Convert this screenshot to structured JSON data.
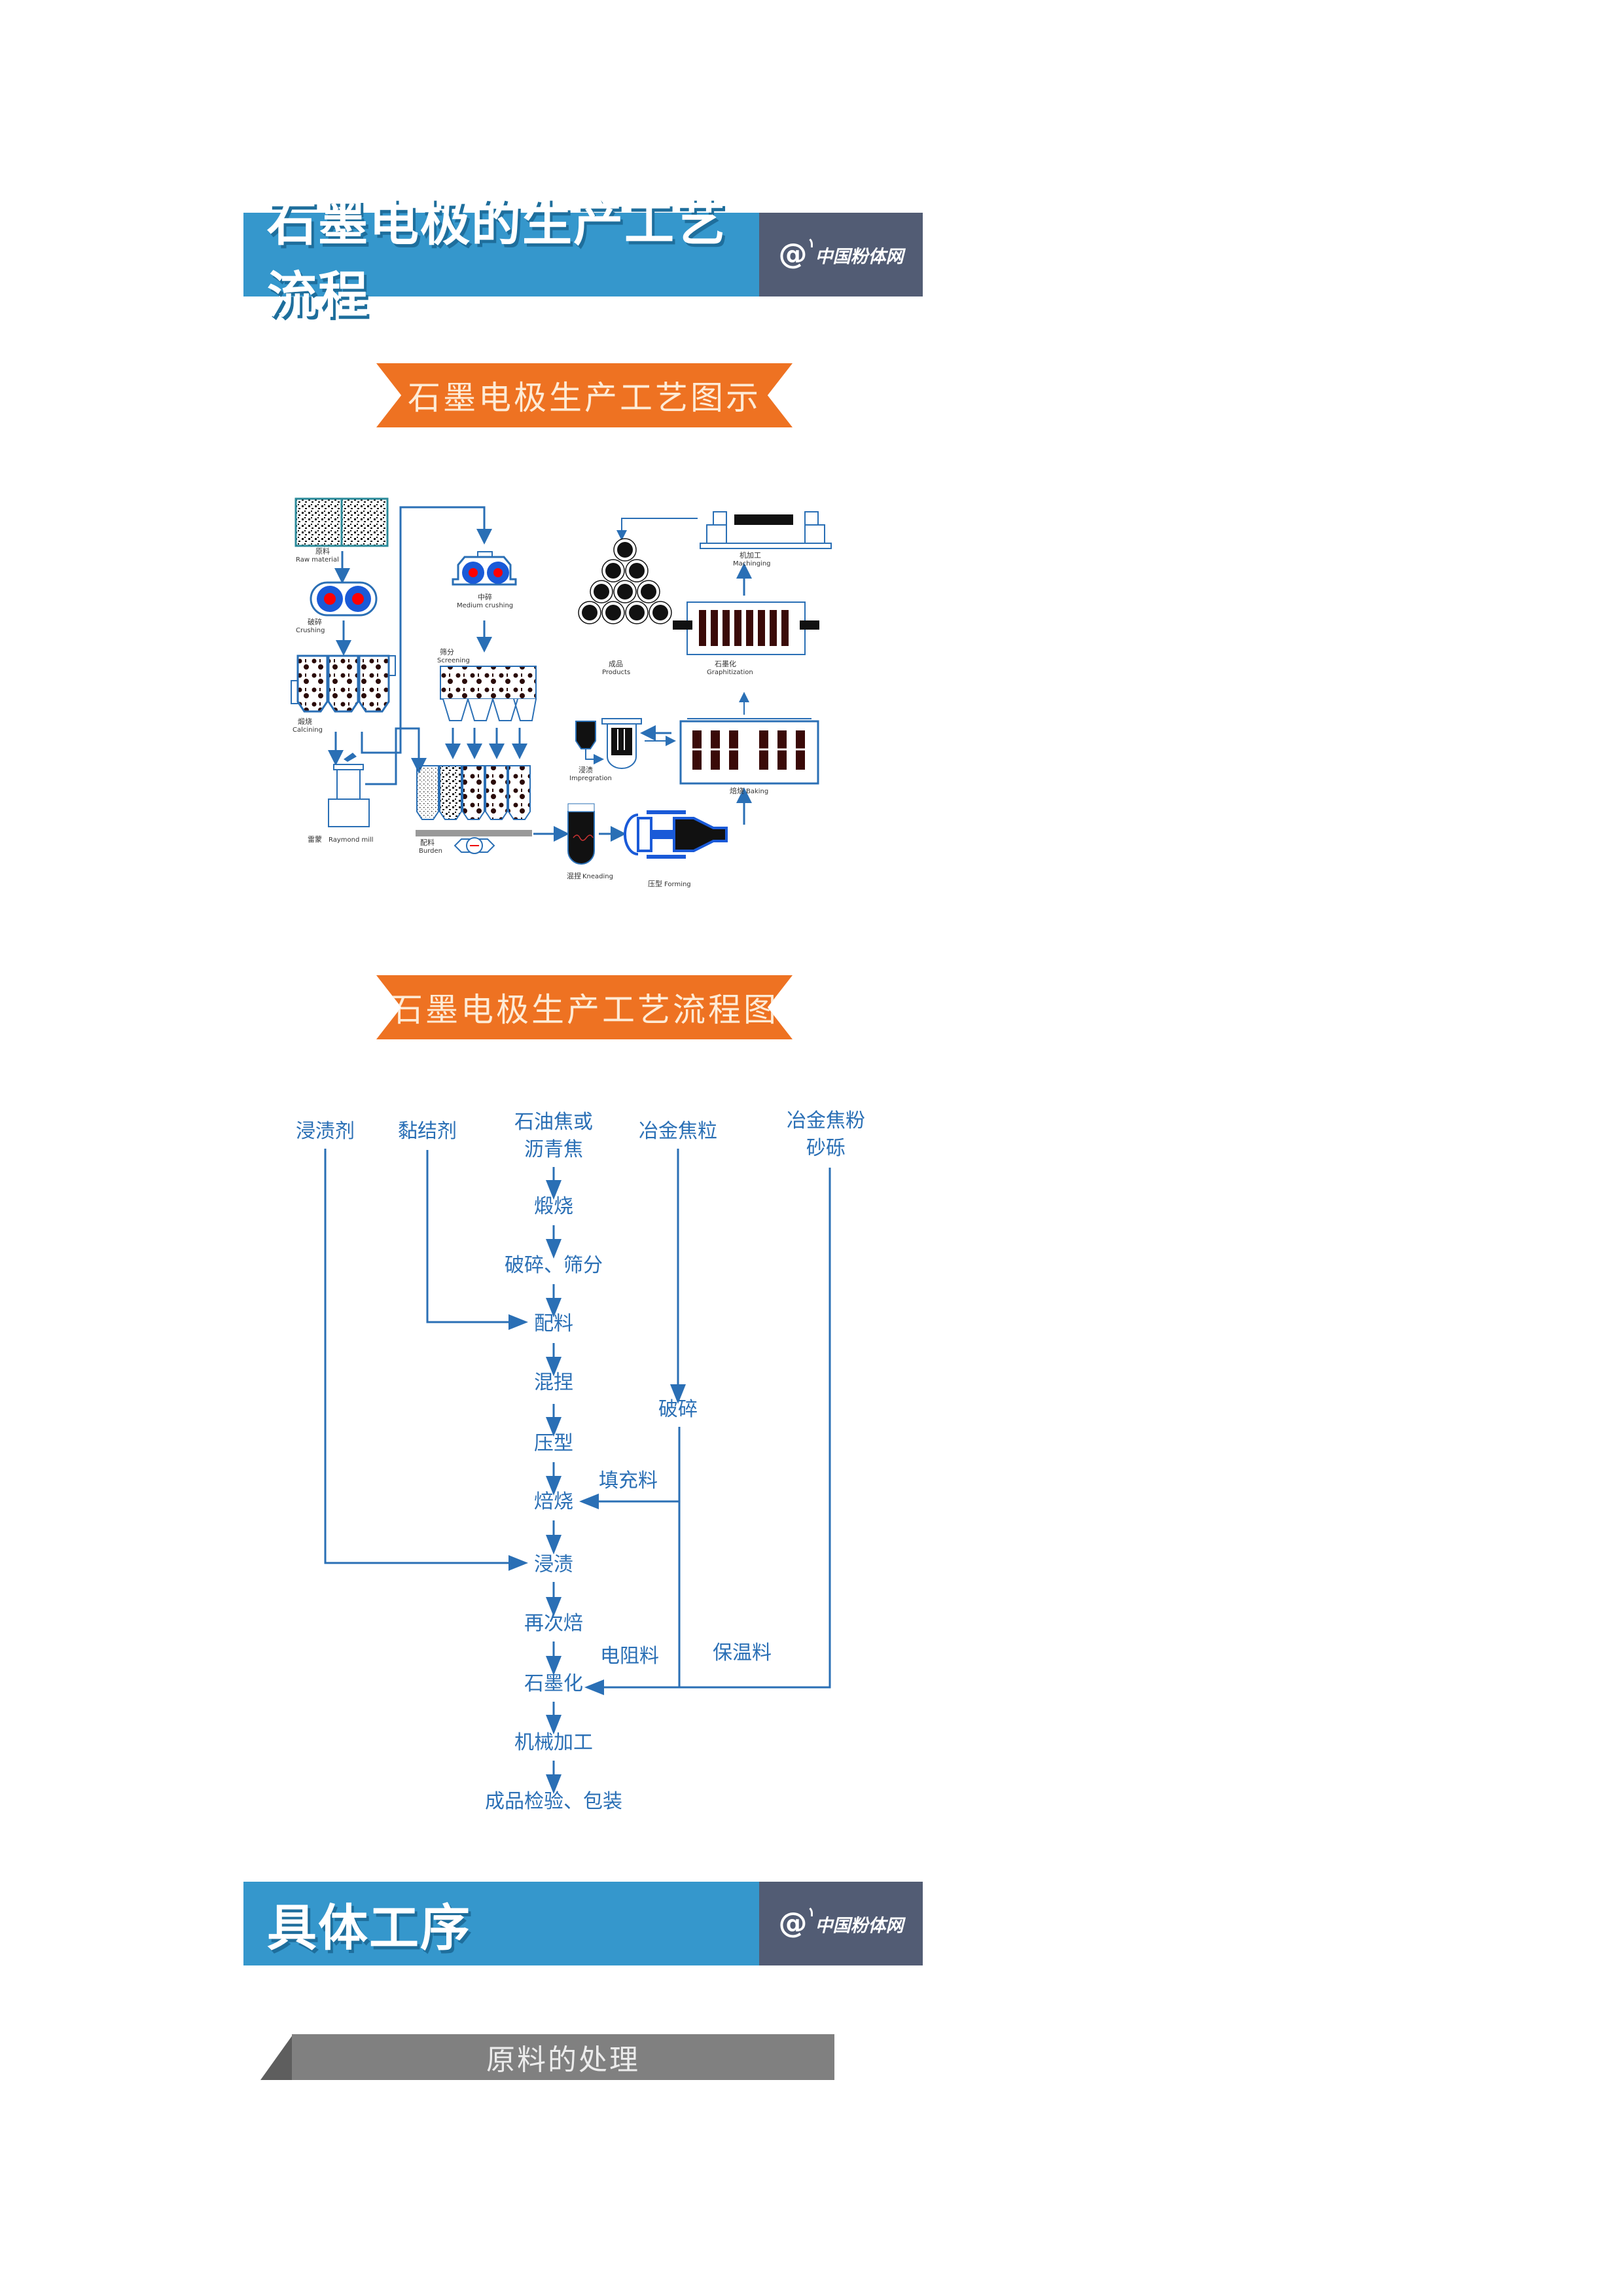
{
  "banners": {
    "process_title": "石墨电极的生产工艺流程",
    "specific_steps": "具体工序",
    "brand_at": "@",
    "brand_name": "中国粉体网"
  },
  "ribbons": {
    "illustration_title": "石墨电极生产工艺图示",
    "flowchart_title": "石墨电极生产工艺流程图"
  },
  "colors": {
    "banner_blue": "#3597cc",
    "banner_slate": "#525c74",
    "ribbon_orange": "#ee7222",
    "flow_blue": "#2a6fb5",
    "tab_grey": "#808080"
  },
  "illustration": {
    "stages": [
      {
        "zh": "原料",
        "en": "Raw material"
      },
      {
        "zh": "破碎",
        "en": "Crushing"
      },
      {
        "zh": "煅烧",
        "en": "Calcining"
      },
      {
        "zh": "雷蒙",
        "en": "Raymond mill"
      },
      {
        "zh": "中碎",
        "en": "Medium crushing"
      },
      {
        "zh": "筛分",
        "en": "Screening"
      },
      {
        "zh": "配料",
        "en": "Burden"
      },
      {
        "zh": "混捏",
        "en": "Kneading"
      },
      {
        "zh": "压型",
        "en": "Forming"
      },
      {
        "zh": "焙烧",
        "en": "Baking"
      },
      {
        "zh": "浸渍",
        "en": "Impregration"
      },
      {
        "zh": "石墨化",
        "en": "Graphitization"
      },
      {
        "zh": "机加工",
        "en": "Machinging"
      },
      {
        "zh": "成品",
        "en": "Products"
      }
    ]
  },
  "flowchart": {
    "inputs": {
      "impregnant": "浸渍剂",
      "binder": "黏结剂",
      "coke_line1": "石油焦或",
      "coke_line2": "沥青焦",
      "met_coke_grain": "冶金焦粒",
      "met_coke_powder_line1": "冶金焦粉",
      "met_coke_powder_line2": "砂砾"
    },
    "main_steps": [
      "煅烧",
      "破碎、筛分",
      "配料",
      "混捏",
      "压型",
      "焙烧",
      "浸渍",
      "再次焙",
      "石墨化",
      "机械加工",
      "成品检验、包装"
    ],
    "side_step": "破碎",
    "edge_labels": {
      "filler": "填充料",
      "resistor": "电阻料",
      "insulation": "保温料"
    }
  },
  "section": {
    "subsection_tab": "原料的处理"
  }
}
